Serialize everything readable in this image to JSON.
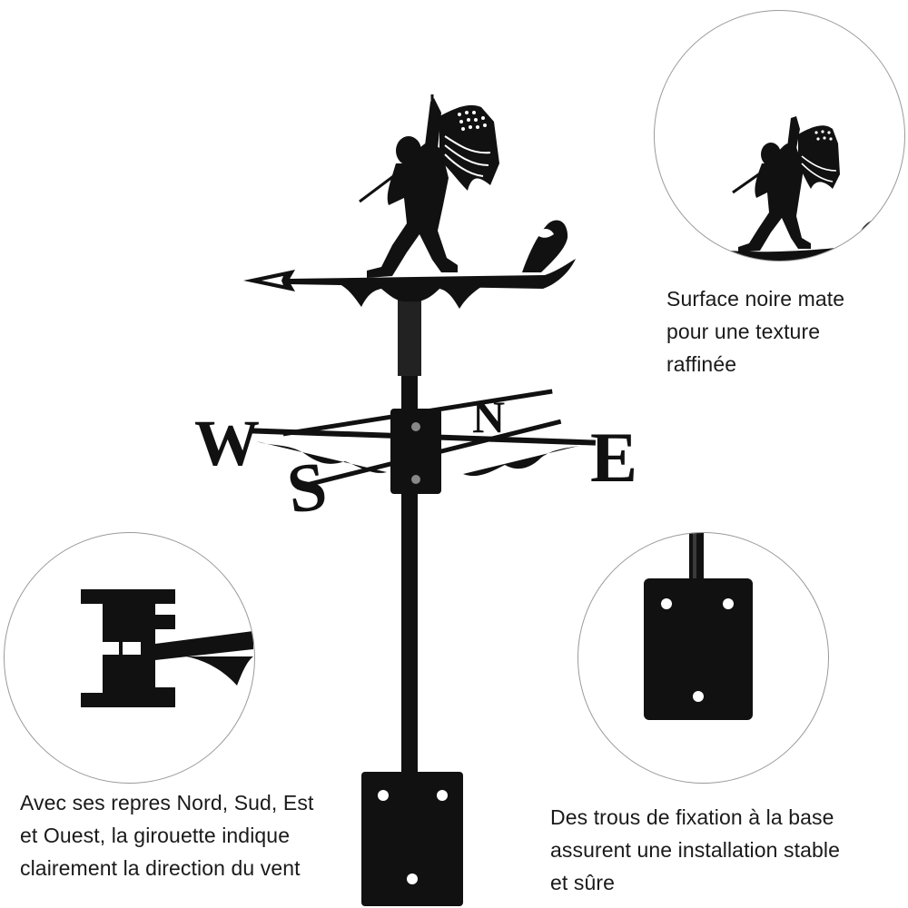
{
  "colors": {
    "metal": "#111111",
    "background": "#ffffff",
    "circle_border": "#9a9a9a",
    "text": "#1a1a1a"
  },
  "compass": {
    "west": "W",
    "east": "E",
    "north": "N",
    "south": "S"
  },
  "captions": {
    "top": [
      "Surface noire mate",
      "pour une texture",
      "raffinée"
    ],
    "left": [
      "Avec ses repres Nord, Sud, Est",
      "et Ouest, la girouette indique",
      "clairement la direction du vent"
    ],
    "right": [
      "Des trous de fixation à la base",
      "assurent une installation stable",
      "et sûre"
    ]
  },
  "icons": {
    "figure": "bigfoot-flag-silhouette",
    "wave": "wave-silhouette",
    "arrow": "arrow-pointer",
    "bracket": "mounting-plate"
  }
}
